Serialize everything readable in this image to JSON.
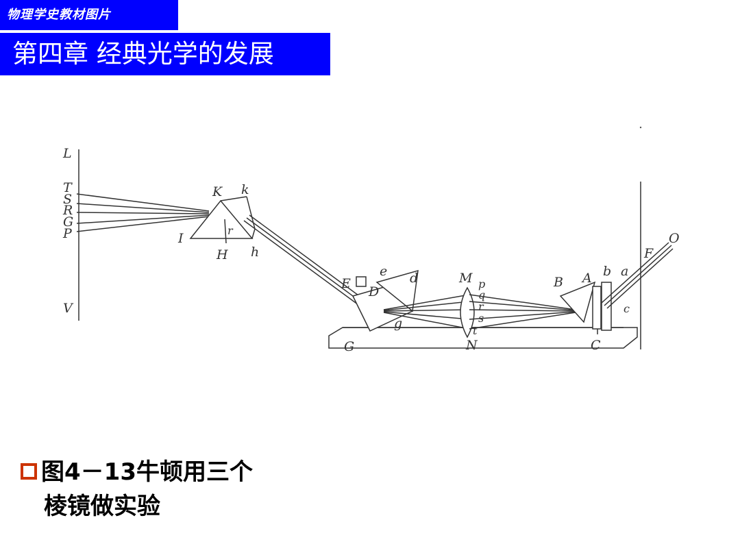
{
  "header": {
    "series_title": "物理学史教材图片",
    "chapter_title": "第四章  经典光学的发展"
  },
  "figure": {
    "screen_labels": [
      "L",
      "T",
      "S",
      "R",
      "G",
      "P",
      "V"
    ],
    "prism1_labels": [
      "K",
      "k",
      "I",
      "r",
      "H",
      "h"
    ],
    "prism2_labels": [
      "E",
      "e",
      "D",
      "d",
      "g",
      "G"
    ],
    "lens_labels": [
      "M",
      "p",
      "q",
      "r",
      "s",
      "t",
      "N"
    ],
    "prism3_labels": [
      "B",
      "A",
      "b",
      "a",
      "c",
      "C"
    ],
    "source_labels": [
      "F",
      "O"
    ]
  },
  "caption": {
    "line1": "图4－13牛顿用三个",
    "line2": "棱镜做实验"
  },
  "colors": {
    "banner": "#0000ff",
    "bullet": "#cc3300"
  }
}
